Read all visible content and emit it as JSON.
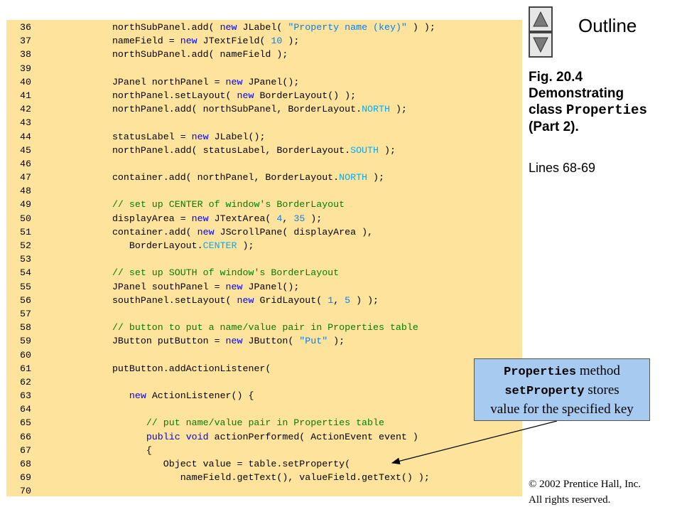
{
  "code": {
    "lines": [
      {
        "n": "36",
        "indent": "   ",
        "tokens": [
          {
            "t": "northSubPanel.add( "
          },
          {
            "t": "new",
            "c": "kw"
          },
          {
            "t": " JLabel( "
          },
          {
            "t": "\"Property name (key)\"",
            "c": "st"
          },
          {
            "t": " ) );"
          }
        ]
      },
      {
        "n": "37",
        "indent": "   ",
        "tokens": [
          {
            "t": "nameField = "
          },
          {
            "t": "new",
            "c": "kw"
          },
          {
            "t": " JTextField( "
          },
          {
            "t": "10",
            "c": "num"
          },
          {
            "t": " );"
          }
        ]
      },
      {
        "n": "38",
        "indent": "   ",
        "tokens": [
          {
            "t": "northSubPanel.add( nameField );"
          }
        ]
      },
      {
        "n": "39",
        "indent": "",
        "tokens": []
      },
      {
        "n": "40",
        "indent": "   ",
        "tokens": [
          {
            "t": "JPanel northPanel = "
          },
          {
            "t": "new",
            "c": "kw"
          },
          {
            "t": " JPanel();"
          }
        ]
      },
      {
        "n": "41",
        "indent": "   ",
        "tokens": [
          {
            "t": "northPanel.setLayout( "
          },
          {
            "t": "new",
            "c": "kw"
          },
          {
            "t": " BorderLayout() );"
          }
        ]
      },
      {
        "n": "42",
        "indent": "   ",
        "tokens": [
          {
            "t": "northPanel.add( northSubPanel, BorderLayout."
          },
          {
            "t": "NORTH",
            "c": "ct"
          },
          {
            "t": " );"
          }
        ]
      },
      {
        "n": "43",
        "indent": "",
        "tokens": []
      },
      {
        "n": "44",
        "indent": "   ",
        "tokens": [
          {
            "t": "statusLabel = "
          },
          {
            "t": "new",
            "c": "kw"
          },
          {
            "t": " JLabel();"
          }
        ]
      },
      {
        "n": "45",
        "indent": "   ",
        "tokens": [
          {
            "t": "northPanel.add( statusLabel, BorderLayout."
          },
          {
            "t": "SOUTH",
            "c": "ct"
          },
          {
            "t": " );"
          }
        ]
      },
      {
        "n": "46",
        "indent": "",
        "tokens": []
      },
      {
        "n": "47",
        "indent": "   ",
        "tokens": [
          {
            "t": "container.add( northPanel, BorderLayout."
          },
          {
            "t": "NORTH",
            "c": "ct"
          },
          {
            "t": " );"
          }
        ]
      },
      {
        "n": "48",
        "indent": "",
        "tokens": []
      },
      {
        "n": "49",
        "indent": "   ",
        "tokens": [
          {
            "t": "// set up CENTER of window's BorderLayout",
            "c": "cm"
          }
        ]
      },
      {
        "n": "50",
        "indent": "   ",
        "tokens": [
          {
            "t": "displayArea = "
          },
          {
            "t": "new",
            "c": "kw"
          },
          {
            "t": " JTextArea( "
          },
          {
            "t": "4",
            "c": "num"
          },
          {
            "t": ", "
          },
          {
            "t": "35",
            "c": "num"
          },
          {
            "t": " );"
          }
        ]
      },
      {
        "n": "51",
        "indent": "   ",
        "tokens": [
          {
            "t": "container.add( "
          },
          {
            "t": "new",
            "c": "kw"
          },
          {
            "t": " JScrollPane( displayArea ),"
          }
        ]
      },
      {
        "n": "52",
        "indent": "      ",
        "tokens": [
          {
            "t": "BorderLayout."
          },
          {
            "t": "CENTER",
            "c": "ct"
          },
          {
            "t": " );"
          }
        ]
      },
      {
        "n": "53",
        "indent": "",
        "tokens": []
      },
      {
        "n": "54",
        "indent": "   ",
        "tokens": [
          {
            "t": "// set up SOUTH of window's BorderLayout",
            "c": "cm"
          }
        ]
      },
      {
        "n": "55",
        "indent": "   ",
        "tokens": [
          {
            "t": "JPanel southPanel = "
          },
          {
            "t": "new",
            "c": "kw"
          },
          {
            "t": " JPanel();"
          }
        ]
      },
      {
        "n": "56",
        "indent": "   ",
        "tokens": [
          {
            "t": "southPanel.setLayout( "
          },
          {
            "t": "new",
            "c": "kw"
          },
          {
            "t": " GridLayout( "
          },
          {
            "t": "1",
            "c": "num"
          },
          {
            "t": ", "
          },
          {
            "t": "5",
            "c": "num"
          },
          {
            "t": " ) );"
          }
        ]
      },
      {
        "n": "57",
        "indent": "",
        "tokens": []
      },
      {
        "n": "58",
        "indent": "   ",
        "tokens": [
          {
            "t": "// button to put a name/value pair in Properties table",
            "c": "cm"
          }
        ]
      },
      {
        "n": "59",
        "indent": "   ",
        "tokens": [
          {
            "t": "JButton putButton = "
          },
          {
            "t": "new",
            "c": "kw"
          },
          {
            "t": " JButton( "
          },
          {
            "t": "\"Put\"",
            "c": "st"
          },
          {
            "t": " );"
          }
        ]
      },
      {
        "n": "60",
        "indent": "",
        "tokens": []
      },
      {
        "n": "61",
        "indent": "   ",
        "tokens": [
          {
            "t": "putButton.addActionListener("
          }
        ]
      },
      {
        "n": "62",
        "indent": "",
        "tokens": []
      },
      {
        "n": "63",
        "indent": "      ",
        "tokens": [
          {
            "t": "new",
            "c": "kw"
          },
          {
            "t": " ActionListener() {"
          }
        ]
      },
      {
        "n": "64",
        "indent": "",
        "tokens": []
      },
      {
        "n": "65",
        "indent": "         ",
        "tokens": [
          {
            "t": "// put name/value pair in Properties table",
            "c": "cm"
          }
        ]
      },
      {
        "n": "66",
        "indent": "         ",
        "tokens": [
          {
            "t": "public",
            "c": "kw"
          },
          {
            "t": " "
          },
          {
            "t": "void",
            "c": "kw"
          },
          {
            "t": " actionPerformed( ActionEvent event )"
          }
        ]
      },
      {
        "n": "67",
        "indent": "         ",
        "tokens": [
          {
            "t": "{"
          }
        ]
      },
      {
        "n": "68",
        "indent": "            ",
        "tokens": [
          {
            "t": "Object value = table.setProperty("
          }
        ]
      },
      {
        "n": "69",
        "indent": "               ",
        "tokens": [
          {
            "t": "nameField.getText(), valueField.getText() );"
          }
        ]
      },
      {
        "n": "70",
        "indent": "",
        "tokens": []
      }
    ]
  },
  "sidebar": {
    "outline_title": "Outline",
    "fig_number": "Fig. 20.4",
    "fig_desc": "Demonstrating",
    "fig_class_prefix": "class ",
    "fig_class_name": "Properties",
    "fig_part": "(Part 2).",
    "lines_ref": "Lines 68-69"
  },
  "callout": {
    "class_name": "Properties",
    "text1": " method",
    "method_name": "setProperty",
    "text2": " stores",
    "text3": "value for the specified key"
  },
  "footer": {
    "copyright": "© 2002 Prentice Hall, Inc.",
    "rights": "All rights reserved."
  },
  "icons": {
    "nav_up": "triangle-up-icon",
    "nav_down": "triangle-down-icon"
  },
  "colors": {
    "code_background": "#fde39b",
    "keyword": "#0000ff",
    "comment": "#008000",
    "string": "#0080ff",
    "constant": "#00aaff",
    "callout_background": "#a6caf0"
  }
}
